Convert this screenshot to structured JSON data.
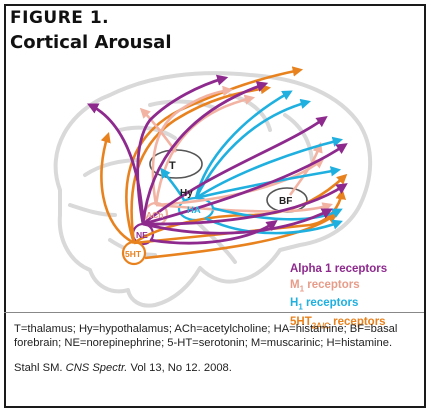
{
  "figure": {
    "label": "FIGURE 1.",
    "title": "Cortical Arousal"
  },
  "nodes": {
    "thalamus": "T",
    "hypothalamus": "Hy",
    "acetylcholine": "ACh",
    "histamine": "HA",
    "basal_forebrain": "BF",
    "norepinephrine": "NE",
    "serotonin": "5HT"
  },
  "legend": {
    "alpha1": {
      "prefix": "Alpha 1 receptors",
      "color": "#8e2a8e"
    },
    "m1": {
      "prefix": "M",
      "sub": "1",
      "suffix": " receptors",
      "color": "#f2b3a3"
    },
    "h1": {
      "prefix": "H",
      "sub": "1",
      "suffix": " receptors",
      "color": "#1fb0e0"
    },
    "ht2a": {
      "prefix": "5HT",
      "sub": "2A/C",
      "suffix": " receptors",
      "color": "#e8821e"
    }
  },
  "colors": {
    "brain_outline": "#d9d9d9",
    "alpha1": "#8e2a8e",
    "m1": "#f2b3a3",
    "h1": "#1fb0e0",
    "ht2a": "#e8821e"
  },
  "caption": "T=thalamus; Hy=hypothalamus; ACh=acetylcholine; HA=histamine; BF=basal forebrain; NE=norepinephrine; 5-HT=serotonin; M=muscarinic; H=histamine.",
  "citation": {
    "pre": "Stahl SM. ",
    "journal": "CNS Spectr.",
    "post": " Vol 13, No 12. 2008."
  }
}
